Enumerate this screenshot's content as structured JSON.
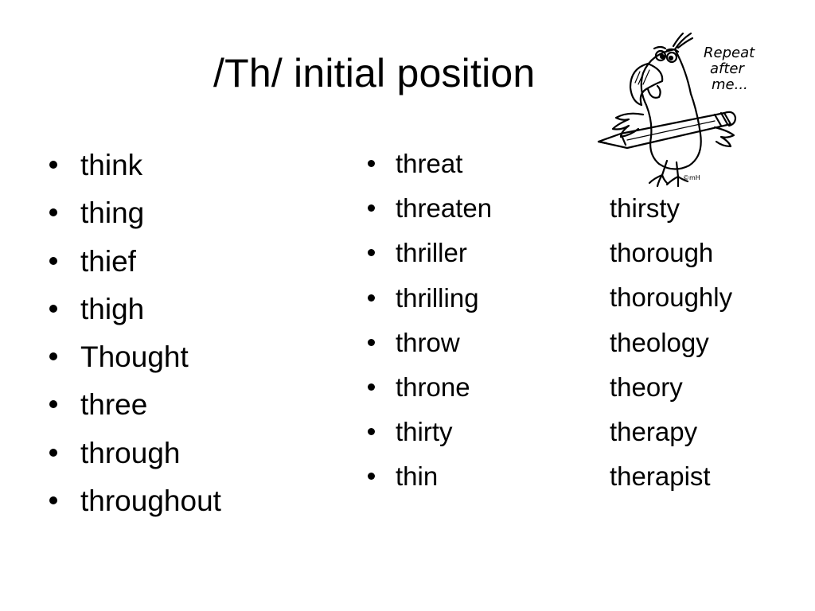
{
  "slide": {
    "title": "/Th/ initial position",
    "clipart": {
      "description": "cartoon parrot holding a pencil",
      "speech_text_line1": "Repeat",
      "speech_text_line2": "after",
      "speech_text_line3": "me...",
      "signature": "©mH"
    },
    "column1": {
      "items": [
        "think",
        "thing",
        "thief",
        "thigh",
        "Thought",
        "three",
        "through",
        "throughout"
      ]
    },
    "column2": {
      "items": [
        "threat",
        "threaten",
        "thriller",
        "thrilling",
        "throw",
        "throne",
        "thirty",
        "thin"
      ]
    },
    "column3": {
      "items": [
        "thirsty",
        "thorough",
        "thoroughly",
        "theology",
        "theory",
        "therapy",
        "therapist"
      ]
    },
    "colors": {
      "background": "#ffffff",
      "text": "#000000"
    }
  }
}
